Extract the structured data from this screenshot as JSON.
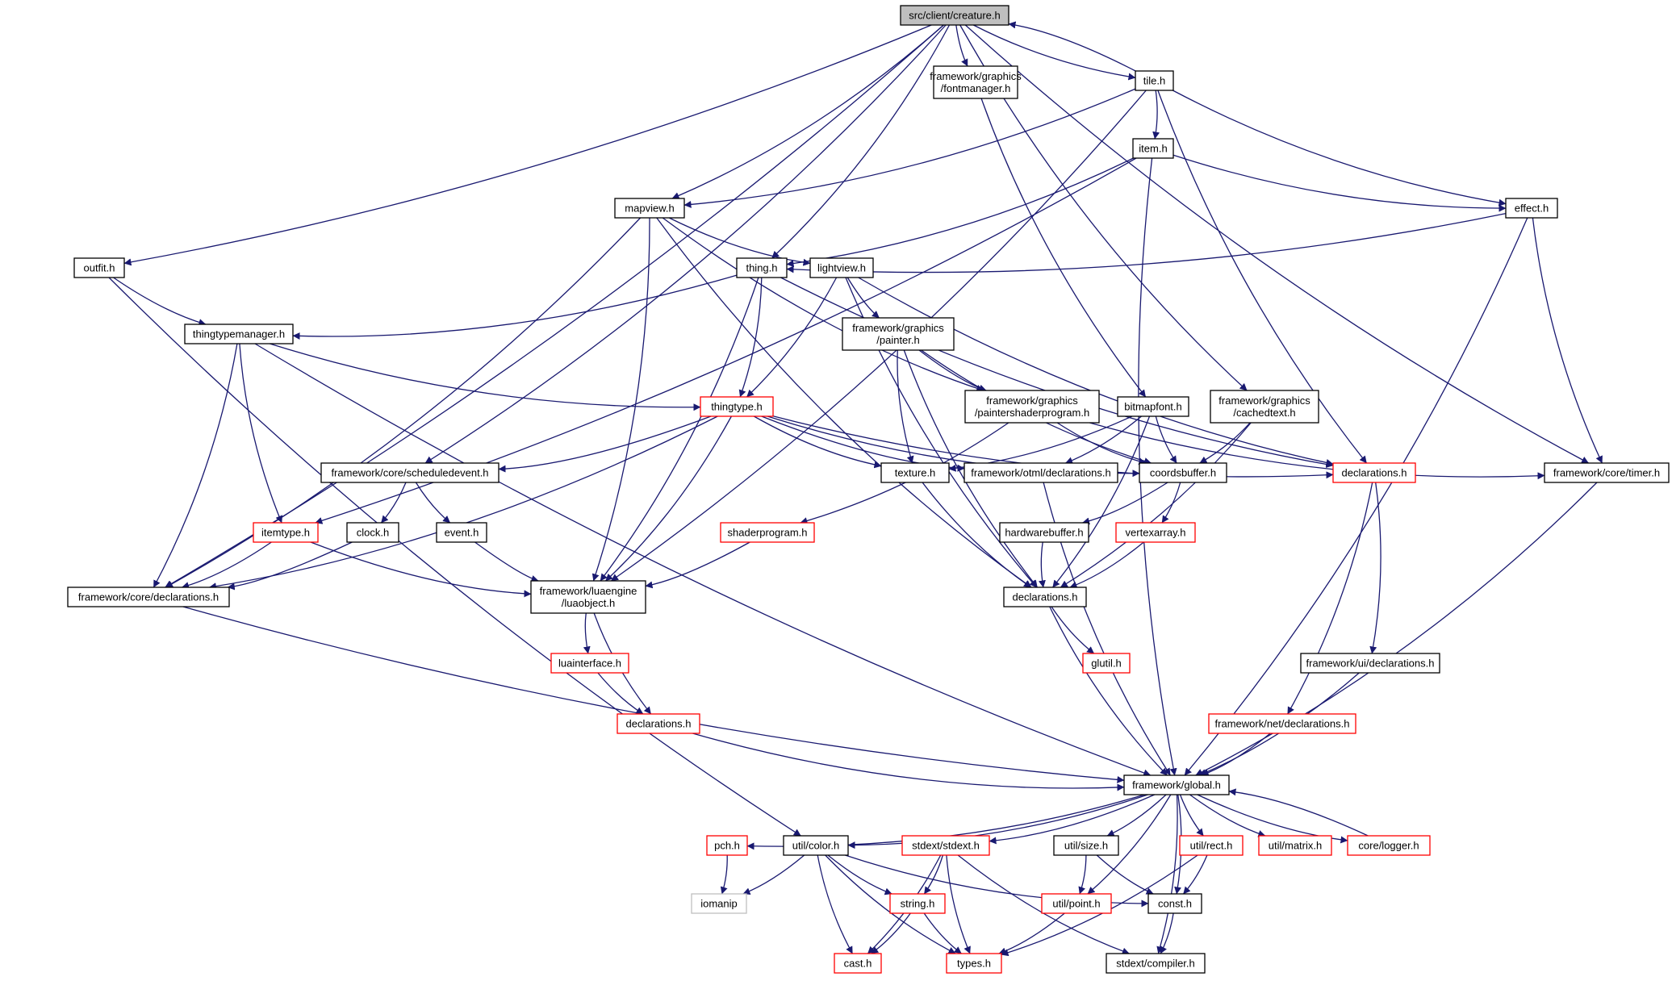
{
  "colors": {
    "edge": "#191970",
    "node_border": "#000000",
    "undocumented_border": "#ff0000",
    "external_border": "#bfbfbf",
    "root_fill": "#bfbfbf",
    "fill": "#ffffff",
    "text": "#000000"
  },
  "nodes": [
    {
      "id": "creature",
      "lines": [
        "src/client/creature.h"
      ],
      "kind": "root"
    },
    {
      "id": "fontmanager",
      "lines": [
        "framework/graphics",
        "/fontmanager.h"
      ],
      "kind": "normal"
    },
    {
      "id": "tile",
      "lines": [
        "tile.h"
      ],
      "kind": "normal"
    },
    {
      "id": "item",
      "lines": [
        "item.h"
      ],
      "kind": "normal"
    },
    {
      "id": "effect",
      "lines": [
        "effect.h"
      ],
      "kind": "normal"
    },
    {
      "id": "mapview",
      "lines": [
        "mapview.h"
      ],
      "kind": "normal"
    },
    {
      "id": "outfit",
      "lines": [
        "outfit.h"
      ],
      "kind": "normal"
    },
    {
      "id": "thing",
      "lines": [
        "thing.h"
      ],
      "kind": "normal"
    },
    {
      "id": "lightview",
      "lines": [
        "lightview.h"
      ],
      "kind": "normal"
    },
    {
      "id": "thingtypemanager",
      "lines": [
        "thingtypemanager.h"
      ],
      "kind": "normal"
    },
    {
      "id": "painter",
      "lines": [
        "framework/graphics",
        "/painter.h"
      ],
      "kind": "normal"
    },
    {
      "id": "thingtype",
      "lines": [
        "thingtype.h"
      ],
      "kind": "red"
    },
    {
      "id": "paintershader",
      "lines": [
        "framework/graphics",
        "/paintershaderprogram.h"
      ],
      "kind": "normal"
    },
    {
      "id": "bitmapfont",
      "lines": [
        "bitmapfont.h"
      ],
      "kind": "normal"
    },
    {
      "id": "cachedtext",
      "lines": [
        "framework/graphics",
        "/cachedtext.h"
      ],
      "kind": "normal"
    },
    {
      "id": "scheduledevent",
      "lines": [
        "framework/core/scheduledevent.h"
      ],
      "kind": "normal"
    },
    {
      "id": "texture",
      "lines": [
        "texture.h"
      ],
      "kind": "normal"
    },
    {
      "id": "otmldecl",
      "lines": [
        "framework/otml/declarations.h"
      ],
      "kind": "normal"
    },
    {
      "id": "coordsbuffer",
      "lines": [
        "coordsbuffer.h"
      ],
      "kind": "normal"
    },
    {
      "id": "decl_red",
      "lines": [
        "declarations.h"
      ],
      "kind": "red"
    },
    {
      "id": "timer",
      "lines": [
        "framework/core/timer.h"
      ],
      "kind": "normal"
    },
    {
      "id": "itemtype",
      "lines": [
        "itemtype.h"
      ],
      "kind": "red"
    },
    {
      "id": "clock",
      "lines": [
        "clock.h"
      ],
      "kind": "normal"
    },
    {
      "id": "event",
      "lines": [
        "event.h"
      ],
      "kind": "normal"
    },
    {
      "id": "shaderprogram",
      "lines": [
        "shaderprogram.h"
      ],
      "kind": "red"
    },
    {
      "id": "hardwarebuffer",
      "lines": [
        "hardwarebuffer.h"
      ],
      "kind": "normal"
    },
    {
      "id": "vertexarray",
      "lines": [
        "vertexarray.h"
      ],
      "kind": "red"
    },
    {
      "id": "coredecl",
      "lines": [
        "framework/core/declarations.h"
      ],
      "kind": "normal"
    },
    {
      "id": "luaobject",
      "lines": [
        "framework/luaengine",
        "/luaobject.h"
      ],
      "kind": "normal"
    },
    {
      "id": "gfxdecl",
      "lines": [
        "declarations.h"
      ],
      "kind": "normal"
    },
    {
      "id": "glutil",
      "lines": [
        "glutil.h"
      ],
      "kind": "red"
    },
    {
      "id": "uidecl",
      "lines": [
        "framework/ui/declarations.h"
      ],
      "kind": "normal"
    },
    {
      "id": "luainterface",
      "lines": [
        "luainterface.h"
      ],
      "kind": "red"
    },
    {
      "id": "luadecl",
      "lines": [
        "declarations.h"
      ],
      "kind": "red"
    },
    {
      "id": "netdecl",
      "lines": [
        "framework/net/declarations.h"
      ],
      "kind": "red"
    },
    {
      "id": "global",
      "lines": [
        "framework/global.h"
      ],
      "kind": "normal"
    },
    {
      "id": "pch",
      "lines": [
        "pch.h"
      ],
      "kind": "red"
    },
    {
      "id": "color",
      "lines": [
        "util/color.h"
      ],
      "kind": "normal"
    },
    {
      "id": "stdext",
      "lines": [
        "stdext/stdext.h"
      ],
      "kind": "red"
    },
    {
      "id": "size",
      "lines": [
        "util/size.h"
      ],
      "kind": "normal"
    },
    {
      "id": "rect",
      "lines": [
        "util/rect.h"
      ],
      "kind": "red"
    },
    {
      "id": "matrix",
      "lines": [
        "util/matrix.h"
      ],
      "kind": "red"
    },
    {
      "id": "logger",
      "lines": [
        "core/logger.h"
      ],
      "kind": "red"
    },
    {
      "id": "iomanip",
      "lines": [
        "iomanip"
      ],
      "kind": "external"
    },
    {
      "id": "string",
      "lines": [
        "string.h"
      ],
      "kind": "red"
    },
    {
      "id": "point",
      "lines": [
        "util/point.h"
      ],
      "kind": "red"
    },
    {
      "id": "const",
      "lines": [
        "const.h"
      ],
      "kind": "normal"
    },
    {
      "id": "cast",
      "lines": [
        "cast.h"
      ],
      "kind": "red"
    },
    {
      "id": "types",
      "lines": [
        "types.h"
      ],
      "kind": "red"
    },
    {
      "id": "compiler",
      "lines": [
        "stdext/compiler.h"
      ],
      "kind": "normal"
    }
  ],
  "edges": [
    [
      "creature",
      "tile"
    ],
    [
      "creature",
      "fontmanager"
    ],
    [
      "creature",
      "mapview"
    ],
    [
      "creature",
      "thing"
    ],
    [
      "creature",
      "outfit"
    ],
    [
      "creature",
      "coredecl"
    ],
    [
      "creature",
      "scheduledevent"
    ],
    [
      "creature",
      "cachedtext"
    ],
    [
      "creature",
      "timer"
    ],
    [
      "tile",
      "creature"
    ],
    [
      "tile",
      "item"
    ],
    [
      "tile",
      "effect"
    ],
    [
      "tile",
      "mapview"
    ],
    [
      "tile",
      "luaobject"
    ],
    [
      "tile",
      "decl_red"
    ],
    [
      "item",
      "effect"
    ],
    [
      "item",
      "thing"
    ],
    [
      "item",
      "itemtype"
    ],
    [
      "item",
      "global"
    ],
    [
      "effect",
      "thing"
    ],
    [
      "effect",
      "timer"
    ],
    [
      "effect",
      "global"
    ],
    [
      "fontmanager",
      "bitmapfont"
    ],
    [
      "mapview",
      "lightview"
    ],
    [
      "mapview",
      "paintershader"
    ],
    [
      "mapview",
      "coredecl"
    ],
    [
      "mapview",
      "luaobject"
    ],
    [
      "mapview",
      "gfxdecl"
    ],
    [
      "outfit",
      "thingtypemanager"
    ],
    [
      "outfit",
      "color"
    ],
    [
      "thing",
      "thingtypemanager"
    ],
    [
      "thing",
      "thingtype"
    ],
    [
      "thing",
      "luaobject"
    ],
    [
      "thing",
      "decl_red"
    ],
    [
      "lightview",
      "painter"
    ],
    [
      "lightview",
      "thingtype"
    ],
    [
      "lightview",
      "gfxdecl"
    ],
    [
      "lightview",
      "decl_red"
    ],
    [
      "thingtypemanager",
      "thingtype"
    ],
    [
      "thingtypemanager",
      "itemtype"
    ],
    [
      "thingtypemanager",
      "coredecl"
    ],
    [
      "thingtypemanager",
      "global"
    ],
    [
      "painter",
      "paintershader"
    ],
    [
      "painter",
      "texture"
    ],
    [
      "painter",
      "coordsbuffer"
    ],
    [
      "painter",
      "gfxdecl"
    ],
    [
      "paintershader",
      "shaderprogram"
    ],
    [
      "paintershader",
      "coordsbuffer"
    ],
    [
      "paintershader",
      "timer"
    ],
    [
      "bitmapfont",
      "texture"
    ],
    [
      "bitmapfont",
      "otmldecl"
    ],
    [
      "bitmapfont",
      "coordsbuffer"
    ],
    [
      "bitmapfont",
      "gfxdecl"
    ],
    [
      "cachedtext",
      "coordsbuffer"
    ],
    [
      "cachedtext",
      "gfxdecl"
    ],
    [
      "thingtype",
      "scheduledevent"
    ],
    [
      "thingtype",
      "texture"
    ],
    [
      "thingtype",
      "otmldecl"
    ],
    [
      "thingtype",
      "coordsbuffer"
    ],
    [
      "thingtype",
      "decl_red"
    ],
    [
      "thingtype",
      "coredecl"
    ],
    [
      "thingtype",
      "luaobject"
    ],
    [
      "scheduledevent",
      "clock"
    ],
    [
      "scheduledevent",
      "event"
    ],
    [
      "texture",
      "gfxdecl"
    ],
    [
      "otmldecl",
      "global"
    ],
    [
      "coordsbuffer",
      "hardwarebuffer"
    ],
    [
      "coordsbuffer",
      "vertexarray"
    ],
    [
      "decl_red",
      "uidecl"
    ],
    [
      "decl_red",
      "netdecl"
    ],
    [
      "timer",
      "global"
    ],
    [
      "itemtype",
      "coredecl"
    ],
    [
      "itemtype",
      "luaobject"
    ],
    [
      "clock",
      "coredecl"
    ],
    [
      "event",
      "luaobject"
    ],
    [
      "shaderprogram",
      "luaobject"
    ],
    [
      "hardwarebuffer",
      "gfxdecl"
    ],
    [
      "vertexarray",
      "gfxdecl"
    ],
    [
      "coredecl",
      "global"
    ],
    [
      "luaobject",
      "luainterface"
    ],
    [
      "luaobject",
      "luadecl"
    ],
    [
      "luainterface",
      "luadecl"
    ],
    [
      "luadecl",
      "global"
    ],
    [
      "gfxdecl",
      "glutil"
    ],
    [
      "gfxdecl",
      "global"
    ],
    [
      "uidecl",
      "global"
    ],
    [
      "netdecl",
      "global"
    ],
    [
      "global",
      "pch"
    ],
    [
      "global",
      "color"
    ],
    [
      "global",
      "stdext"
    ],
    [
      "global",
      "size"
    ],
    [
      "global",
      "rect"
    ],
    [
      "global",
      "matrix"
    ],
    [
      "global",
      "logger"
    ],
    [
      "global",
      "point"
    ],
    [
      "global",
      "const"
    ],
    [
      "global",
      "compiler"
    ],
    [
      "logger",
      "global"
    ],
    [
      "pch",
      "iomanip"
    ],
    [
      "color",
      "iomanip"
    ],
    [
      "color",
      "string"
    ],
    [
      "color",
      "cast"
    ],
    [
      "color",
      "types"
    ],
    [
      "color",
      "const"
    ],
    [
      "stdext",
      "string"
    ],
    [
      "stdext",
      "cast"
    ],
    [
      "stdext",
      "types"
    ],
    [
      "stdext",
      "compiler"
    ],
    [
      "size",
      "point"
    ],
    [
      "size",
      "const"
    ],
    [
      "rect",
      "const"
    ],
    [
      "rect",
      "types"
    ],
    [
      "string",
      "cast"
    ],
    [
      "string",
      "types"
    ],
    [
      "point",
      "types"
    ],
    [
      "const",
      "compiler"
    ]
  ]
}
